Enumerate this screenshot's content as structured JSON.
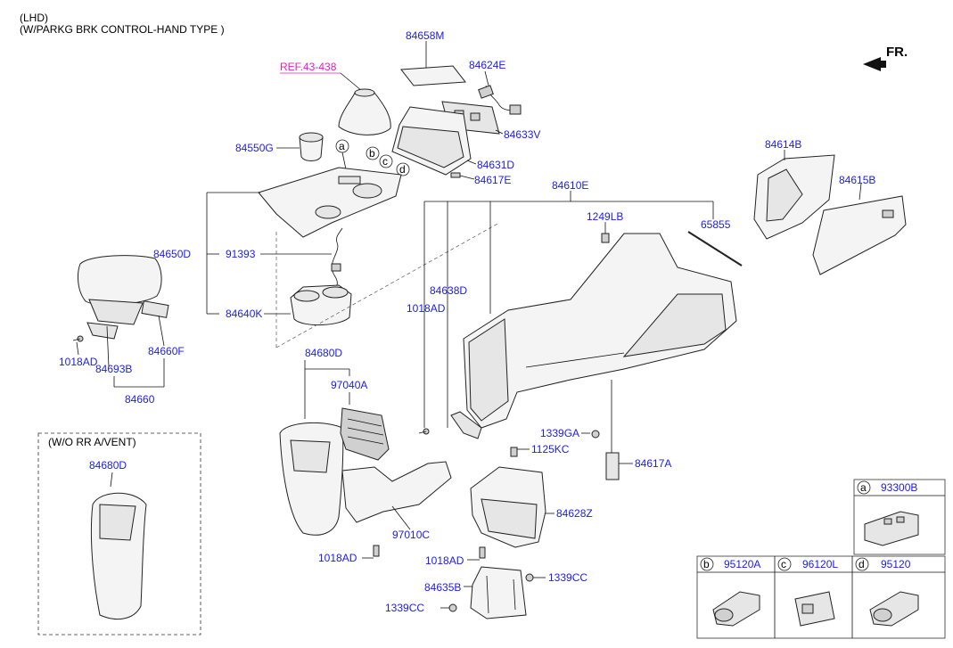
{
  "header": {
    "line1": "(LHD)",
    "line2": "(W/PARKG BRK CONTROL-HAND TYPE )"
  },
  "direction": {
    "label": "FR."
  },
  "reference": "REF.43-438",
  "labels": {
    "p84658M": "84658M",
    "p84624E": "84624E",
    "p84633V": "84633V",
    "p84550G": "84550G",
    "p84631D": "84631D",
    "p84617E": "84617E",
    "p84614B": "84614B",
    "p84615B": "84615B",
    "p84610E": "84610E",
    "p1249LB": "1249LB",
    "p65855": "65855",
    "p84650D": "84650D",
    "p91393": "91393",
    "p84638D": "84638D",
    "p1018AD_mid": "1018AD",
    "p84640K": "84640K",
    "p1018AD_left": "1018AD",
    "p84693B": "84693B",
    "p84660F": "84660F",
    "p84660": "84660",
    "p84680D": "84680D",
    "p97040A": "97040A",
    "p1339GA": "1339GA",
    "p1125KC": "1125KC",
    "p84617A": "84617A",
    "p84628Z": "84628Z",
    "p97010C": "97010C",
    "p1018AD_a": "1018AD",
    "p1018AD_b": "1018AD",
    "p84635B": "84635B",
    "p1339CC_r": "1339CC",
    "p1339CC_l": "1339CC",
    "p84680D_box": "84680D"
  },
  "letters": {
    "a": "a",
    "b": "b",
    "c": "c",
    "d": "d"
  },
  "inset": {
    "title": "(W/O RR A/VENT)"
  },
  "legend": {
    "a": {
      "letter": "a",
      "part": "93300B"
    },
    "b": {
      "letter": "b",
      "part": "95120A"
    },
    "c": {
      "letter": "c",
      "part": "96120L"
    },
    "d": {
      "letter": "d",
      "part": "95120"
    }
  }
}
